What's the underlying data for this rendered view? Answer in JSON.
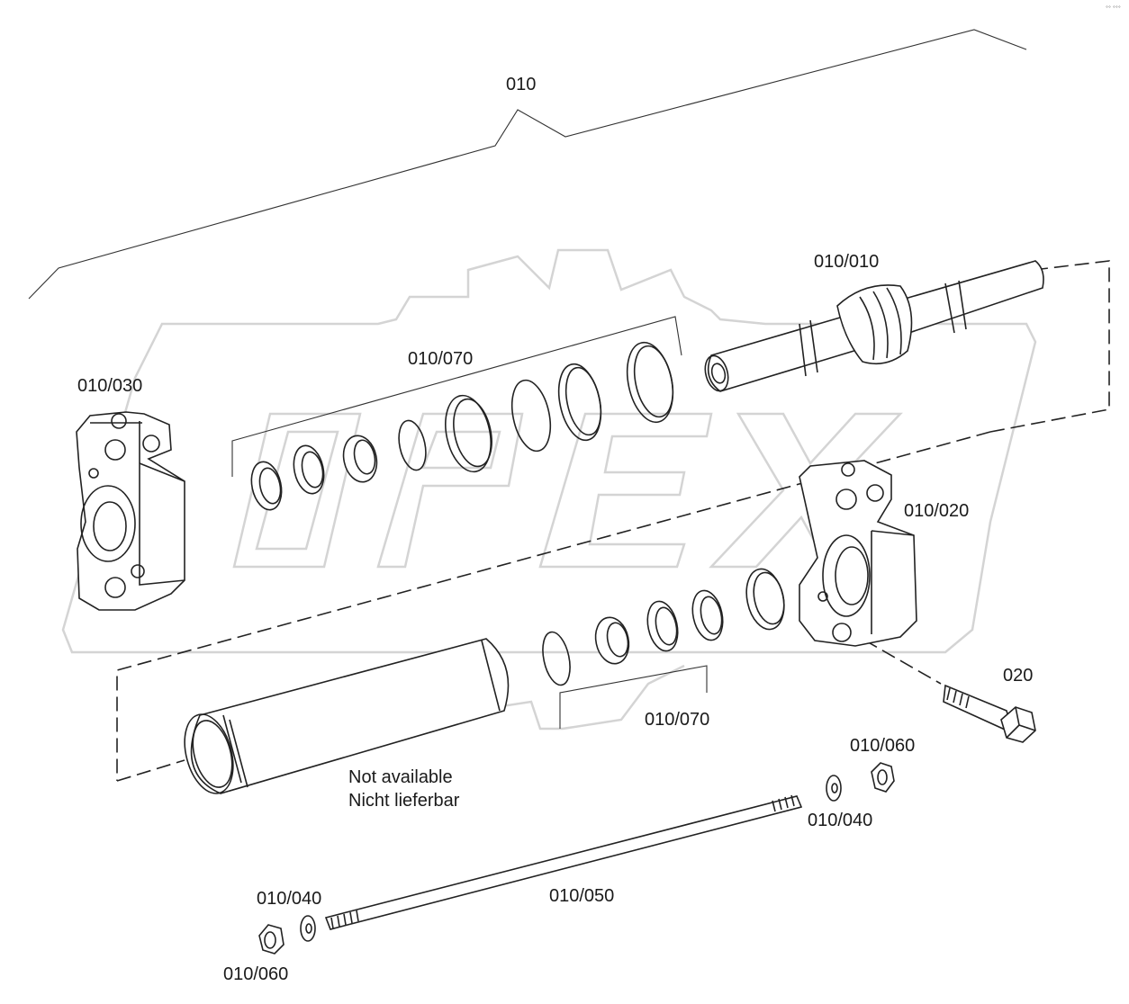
{
  "watermark": {
    "text": "OPEX"
  },
  "corner_mark": "°° °°°",
  "callouts": {
    "assembly": "010",
    "piston_rod": "010/010",
    "end_cap_right": "010/020",
    "end_cap_left": "010/030",
    "seal_kit_upper": "010/070",
    "seal_kit_lower": "010/070",
    "bolt": "020",
    "nut_right": "010/060",
    "washer_right": "010/040",
    "tie_rod": "010/050",
    "washer_left": "010/040",
    "nut_left": "010/060"
  },
  "notes": {
    "line1": "Not available",
    "line2": "Nicht lieferbar"
  }
}
